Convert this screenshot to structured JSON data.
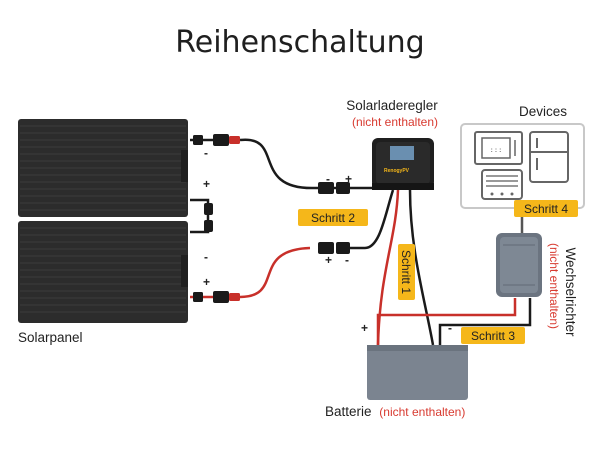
{
  "title": "Reihenschaltung",
  "labels": {
    "controller": "Solarladeregler",
    "controller_note": "(nicht enthalten)",
    "devices": "Devices",
    "inverter": "Wechselrichter",
    "inverter_note": "(nicht enthalten)",
    "panel": "Solarpanel",
    "battery": "Batterie",
    "battery_note": "(nicht enthalten)",
    "controller_brand": "RenogyPV"
  },
  "steps": {
    "s1": "Schritt 1",
    "s2": "Schritt 2",
    "s3": "Schritt 3",
    "s4": "Schritt 4"
  },
  "signs": {
    "plus": "+",
    "minus": "-"
  },
  "colors": {
    "red_wire": "#c8302a",
    "black_wire": "#1a1a1a",
    "step_badge": "#f5b71a",
    "note_red": "#d83a30"
  }
}
